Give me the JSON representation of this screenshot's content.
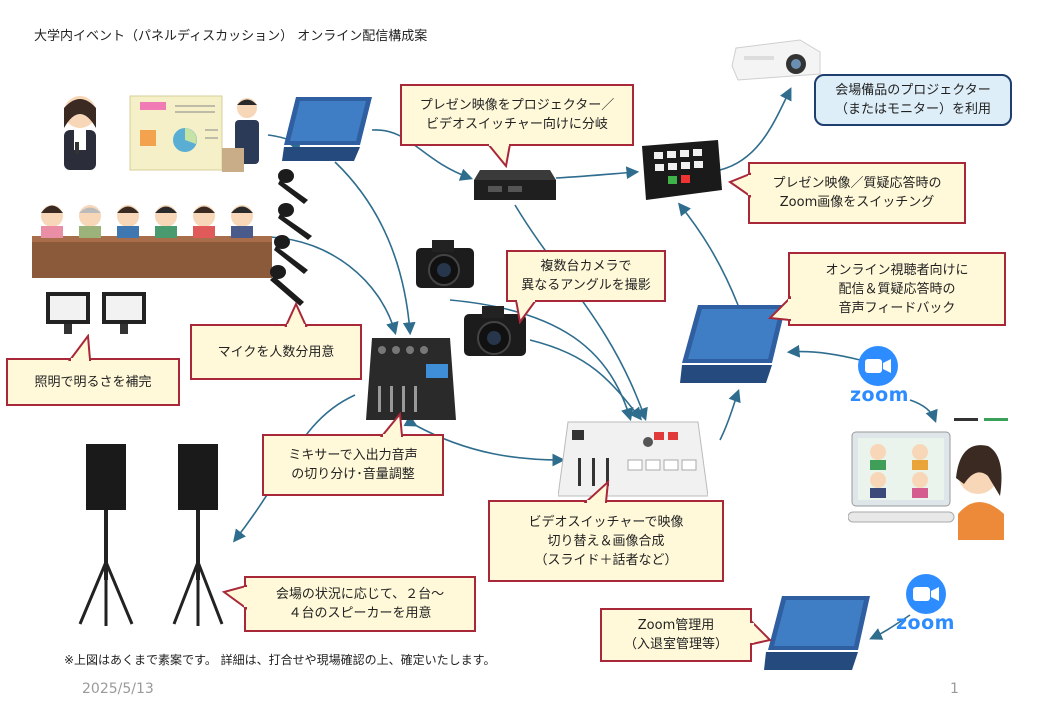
{
  "title": "大学内イベント（パネルディスカッション） オンライン配信構成案",
  "footnote": "※上図はあくまで素案です。 詳細は、打合せや現場確認の上、確定いたします。",
  "date": "2025/5/13",
  "page_number": "1",
  "zoom_logo_text": "zoom",
  "callouts": {
    "projector_use": "会場備品のプロジェクター\n（またはモニター）を利用",
    "splitter": "プレゼン映像をプロジェクター／\nビデオスイッチャー向けに分岐",
    "switching": "プレゼン映像／質疑応答時の\nZoom画像をスイッチング",
    "cameras": "複数台カメラで\n異なるアングルを撮影",
    "online_feedback": "オンライン視聴者向けに\n配信＆質疑応答時の\n音声フィードバック",
    "microphones": "マイクを人数分用意",
    "lighting": "照明で明るさを補完",
    "mixer": "ミキサーで入出力音声\nの切り分け･音量調整",
    "video_switcher": "ビデオスイッチャーで映像\n切り替え＆画像合成\n（スライド＋話者など）",
    "speakers": "会場の状況に応じて、２台～\n４台のスピーカーを用意",
    "zoom_admin": "Zoom管理用\n（入退室管理等）"
  },
  "colors": {
    "callout_fill": "#fff9d9",
    "callout_border": "#a8283a",
    "blue_callout_fill": "#ddeef8",
    "blue_callout_border": "#1e3e6e",
    "connector": "#2f6d8e",
    "zoom_blue": "#2d8cff"
  }
}
